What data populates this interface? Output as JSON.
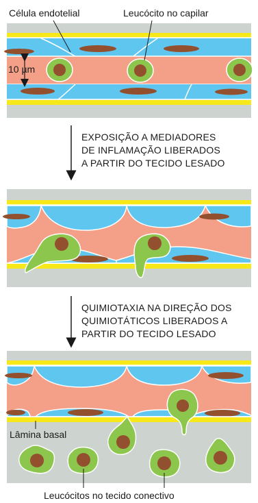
{
  "labels": {
    "endothelial_cell": "Célula endotelial",
    "leukocyte_capillary": "Leucócito no capilar",
    "scale": "10 µm",
    "basal_lamina": "Lâmina basal",
    "leukocytes_tissue": "Leucócitos no tecido conectivo"
  },
  "steps": [
    {
      "lines": [
        "EXPOSIÇÃO A MEDIADORES",
        "DE INFLAMAÇÃO LIBERADOS",
        "A PARTIR DO TECIDO LESADO"
      ]
    },
    {
      "lines": [
        "QUIMIOTAXIA NA DIREÇÃO DOS",
        "QUIMIOTÁTICOS LIBERADOS A",
        "PARTIR DO TECIDO LESADO"
      ]
    }
  ],
  "colors": {
    "tissue": "#cdd3cf",
    "lamina": "#f7e81a",
    "endothelium": "#5fc6ef",
    "lumen": "#f4a089",
    "nucleus_flat": "#93502f",
    "leukocyte": "#8cc64c",
    "leukocyte_nucleus": "#93502f"
  }
}
